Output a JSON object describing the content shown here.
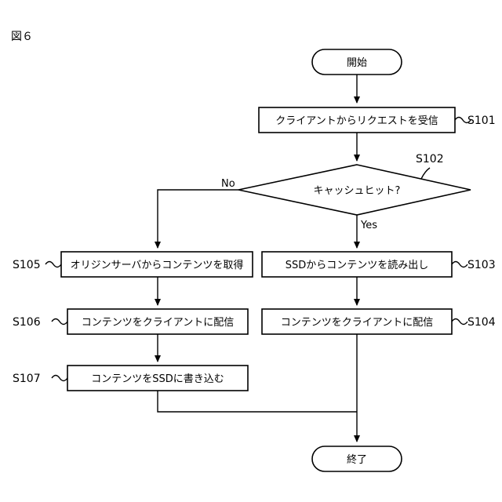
{
  "figure_label": "図６",
  "start": "開始",
  "end": "終了",
  "nodes": {
    "receive": {
      "text": "クライアントからリクエストを受信",
      "step": "S101"
    },
    "decision": {
      "text": "キャッシュヒット?",
      "step": "S102"
    },
    "read_ssd": {
      "text": "SSDからコンテンツを読み出し",
      "step": "S103"
    },
    "deliver_right": {
      "text": "コンテンツをクライアントに配信",
      "step": "S104"
    },
    "fetch_origin": {
      "text": "オリジンサーバからコンテンツを取得",
      "step": "S105"
    },
    "deliver_left": {
      "text": "コンテンツをクライアントに配信",
      "step": "S106"
    },
    "write_ssd": {
      "text": "コンテンツをSSDに書き込む",
      "step": "S107"
    }
  },
  "edges": {
    "yes": "Yes",
    "no": "No"
  }
}
